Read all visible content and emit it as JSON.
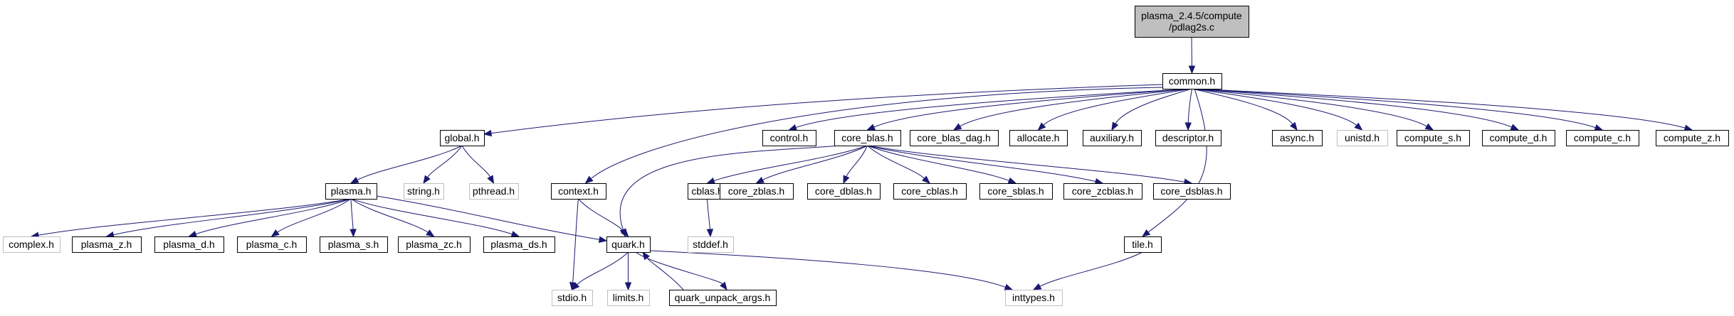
{
  "colors": {
    "edge": "#191970",
    "node_border": "#000000",
    "missing_border": "#bfbfbf",
    "missing_text": "#7f7f7f",
    "root_fill": "#bfbfbf",
    "node_fill": "#ffffff"
  },
  "nodes": {
    "root": {
      "lines": [
        "plasma_2.4.5/compute",
        "/pdlag2s.c"
      ],
      "style": "root"
    },
    "common": {
      "lines": [
        "common.h"
      ],
      "style": "normal"
    },
    "global": {
      "lines": [
        "global.h"
      ],
      "style": "normal"
    },
    "control": {
      "lines": [
        "control.h"
      ],
      "style": "normal"
    },
    "core_blas": {
      "lines": [
        "core_blas.h"
      ],
      "style": "normal"
    },
    "core_blas_dag": {
      "lines": [
        "core_blas_dag.h"
      ],
      "style": "normal"
    },
    "allocate": {
      "lines": [
        "allocate.h"
      ],
      "style": "normal"
    },
    "auxiliary": {
      "lines": [
        "auxiliary.h"
      ],
      "style": "normal"
    },
    "descriptor": {
      "lines": [
        "descriptor.h"
      ],
      "style": "normal"
    },
    "async": {
      "lines": [
        "async.h"
      ],
      "style": "normal"
    },
    "unistd": {
      "lines": [
        "unistd.h"
      ],
      "style": "missing"
    },
    "compute_s": {
      "lines": [
        "compute_s.h"
      ],
      "style": "normal"
    },
    "compute_d": {
      "lines": [
        "compute_d.h"
      ],
      "style": "normal"
    },
    "compute_c": {
      "lines": [
        "compute_c.h"
      ],
      "style": "normal"
    },
    "compute_z": {
      "lines": [
        "compute_z.h"
      ],
      "style": "normal"
    },
    "plasma": {
      "lines": [
        "plasma.h"
      ],
      "style": "normal"
    },
    "string": {
      "lines": [
        "string.h"
      ],
      "style": "missing"
    },
    "pthread": {
      "lines": [
        "pthread.h"
      ],
      "style": "missing"
    },
    "context": {
      "lines": [
        "context.h"
      ],
      "style": "normal"
    },
    "cblas": {
      "lines": [
        "cblas.h"
      ],
      "style": "normal"
    },
    "core_zblas": {
      "lines": [
        "core_zblas.h"
      ],
      "style": "normal"
    },
    "core_dblas": {
      "lines": [
        "core_dblas.h"
      ],
      "style": "normal"
    },
    "core_cblas": {
      "lines": [
        "core_cblas.h"
      ],
      "style": "normal"
    },
    "core_sblas": {
      "lines": [
        "core_sblas.h"
      ],
      "style": "normal"
    },
    "core_zcblas": {
      "lines": [
        "core_zcblas.h"
      ],
      "style": "normal"
    },
    "core_dsblas": {
      "lines": [
        "core_dsblas.h"
      ],
      "style": "normal"
    },
    "complex": {
      "lines": [
        "complex.h"
      ],
      "style": "missing"
    },
    "plasma_z": {
      "lines": [
        "plasma_z.h"
      ],
      "style": "normal"
    },
    "plasma_d": {
      "lines": [
        "plasma_d.h"
      ],
      "style": "normal"
    },
    "plasma_c": {
      "lines": [
        "plasma_c.h"
      ],
      "style": "normal"
    },
    "plasma_s": {
      "lines": [
        "plasma_s.h"
      ],
      "style": "normal"
    },
    "plasma_zc": {
      "lines": [
        "plasma_zc.h"
      ],
      "style": "normal"
    },
    "plasma_ds": {
      "lines": [
        "plasma_ds.h"
      ],
      "style": "normal"
    },
    "quark": {
      "lines": [
        "quark.h"
      ],
      "style": "normal"
    },
    "stddef": {
      "lines": [
        "stddef.h"
      ],
      "style": "missing"
    },
    "tile": {
      "lines": [
        "tile.h"
      ],
      "style": "normal"
    },
    "stdio": {
      "lines": [
        "stdio.h"
      ],
      "style": "missing"
    },
    "limits": {
      "lines": [
        "limits.h"
      ],
      "style": "missing"
    },
    "quark_unpack_args": {
      "lines": [
        "quark_unpack_args.h"
      ],
      "style": "normal"
    },
    "inttypes": {
      "lines": [
        "inttypes.h"
      ],
      "style": "missing"
    }
  },
  "edges": [
    [
      "root",
      "common"
    ],
    [
      "common",
      "global"
    ],
    [
      "common",
      "control"
    ],
    [
      "common",
      "core_blas"
    ],
    [
      "common",
      "core_blas_dag"
    ],
    [
      "common",
      "allocate"
    ],
    [
      "common",
      "auxiliary"
    ],
    [
      "common",
      "descriptor"
    ],
    [
      "common",
      "async"
    ],
    [
      "common",
      "unistd"
    ],
    [
      "common",
      "compute_s"
    ],
    [
      "common",
      "compute_d"
    ],
    [
      "common",
      "compute_c"
    ],
    [
      "common",
      "compute_z"
    ],
    [
      "common",
      "context"
    ],
    [
      "common",
      "tile"
    ],
    [
      "global",
      "plasma"
    ],
    [
      "global",
      "string"
    ],
    [
      "global",
      "pthread"
    ],
    [
      "plasma",
      "complex"
    ],
    [
      "plasma",
      "plasma_z"
    ],
    [
      "plasma",
      "plasma_d"
    ],
    [
      "plasma",
      "plasma_c"
    ],
    [
      "plasma",
      "plasma_s"
    ],
    [
      "plasma",
      "plasma_zc"
    ],
    [
      "plasma",
      "plasma_ds"
    ],
    [
      "plasma",
      "quark"
    ],
    [
      "core_blas",
      "cblas"
    ],
    [
      "core_blas",
      "core_zblas"
    ],
    [
      "core_blas",
      "core_dblas"
    ],
    [
      "core_blas",
      "core_cblas"
    ],
    [
      "core_blas",
      "core_sblas"
    ],
    [
      "core_blas",
      "core_zcblas"
    ],
    [
      "core_blas",
      "core_dsblas"
    ],
    [
      "core_blas",
      "quark"
    ],
    [
      "cblas",
      "stddef"
    ],
    [
      "context",
      "quark"
    ],
    [
      "context",
      "stdio"
    ],
    [
      "quark",
      "stdio"
    ],
    [
      "quark",
      "limits"
    ],
    [
      "quark",
      "quark_unpack_args"
    ],
    [
      "quark",
      "inttypes"
    ],
    [
      "quark_unpack_args",
      "quark"
    ],
    [
      "tile",
      "inttypes"
    ]
  ]
}
